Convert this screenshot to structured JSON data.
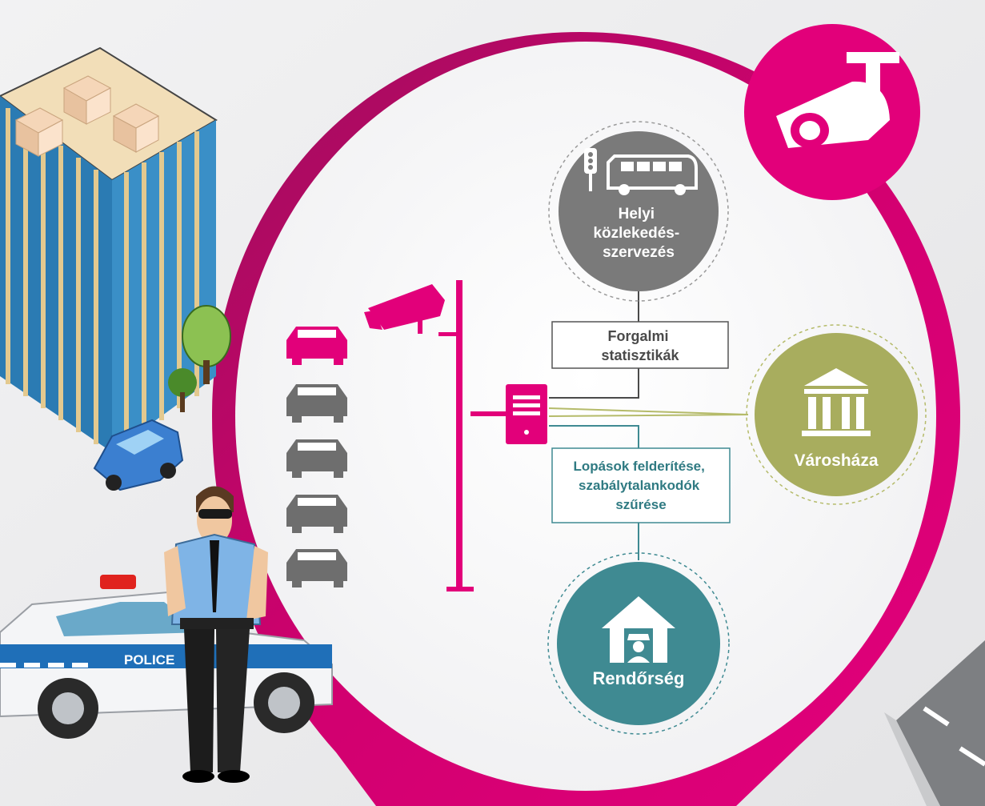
{
  "nodes": {
    "traffic": {
      "lines": [
        "Helyi",
        "közlekedés-",
        "szervezés"
      ]
    },
    "cityhall": {
      "label": "Városháza"
    },
    "police": {
      "label": "Rendőrség"
    }
  },
  "boxes": {
    "stats": {
      "lines": [
        "Forgalmi",
        "statisztikák"
      ]
    },
    "theft": {
      "lines": [
        "Lopások felderítése,",
        "szabálytalankodók",
        "szűrése"
      ]
    }
  },
  "police_car": {
    "text": "POLICE"
  },
  "colors": {
    "magenta": "#e2007a",
    "ring": "#c7006f",
    "grey_node": "#7a7a7a",
    "olive_node": "#a8ad5e",
    "teal_node": "#3f8a92",
    "car_grey": "#6e6e6e"
  },
  "icons": {
    "top_badge": "cctv-camera-icon",
    "traffic_node": "bus-and-traffic-light-icon",
    "cityhall_node": "government-building-icon",
    "police_node": "police-station-icon",
    "cars": "car-icon",
    "pole": "street-camera-pole-icon",
    "server": "server-icon"
  }
}
